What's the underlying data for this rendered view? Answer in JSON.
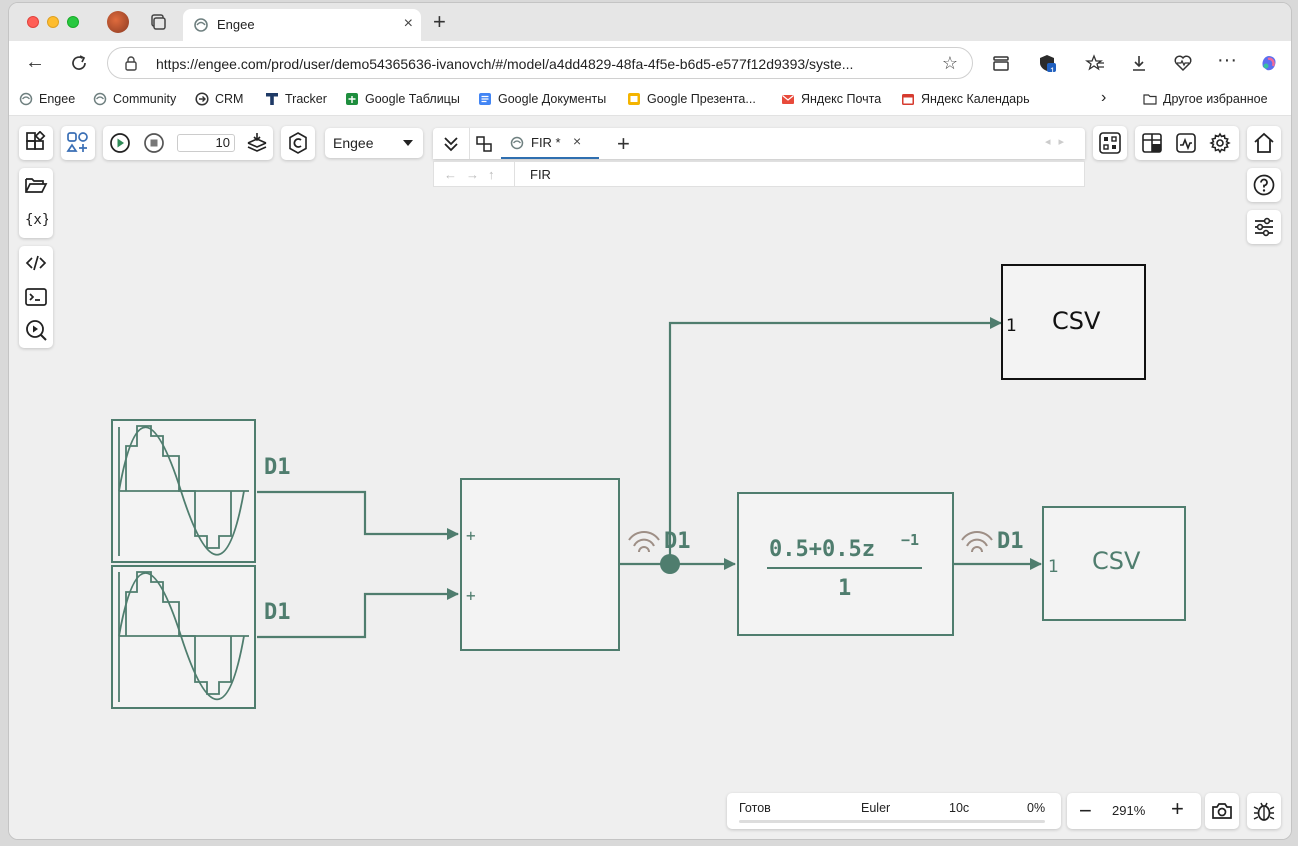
{
  "browser": {
    "tab_title": "Engee",
    "url": "https://engee.com/prod/user/demo54365636-ivanovch/#/model/a4dd4829-48fa-4f5e-b6d5-e577f12d9393/syste...",
    "extension_badge": "1"
  },
  "bookmarks": [
    {
      "label": "Engee",
      "icon": "engee-icon",
      "color": "#7a8a8a"
    },
    {
      "label": "Community",
      "icon": "engee-icon",
      "color": "#7a8a8a"
    },
    {
      "label": "CRM",
      "icon": "arrow-circle-icon",
      "color": "#333333"
    },
    {
      "label": "Tracker",
      "icon": "tracker-icon",
      "color": "#1f3a66"
    },
    {
      "label": "Google Таблицы",
      "icon": "sheets-icon",
      "color": "#1e8e3e"
    },
    {
      "label": "Google Документы",
      "icon": "docs-icon",
      "color": "#4285f4"
    },
    {
      "label": "Google Презента...",
      "icon": "slides-icon",
      "color": "#f4b400"
    },
    {
      "label": "Яндекс Почта",
      "icon": "mail-icon",
      "color": "#e84a3b"
    },
    {
      "label": "Яндекс Календарь",
      "icon": "calendar-icon",
      "color": "#d63b2f"
    }
  ],
  "bookmarks_other": "Другое избранное",
  "toolbar": {
    "sim_time": "10",
    "solver_select": "Engee",
    "model_tab": "FIR *",
    "breadcrumb": "FIR"
  },
  "diagram": {
    "sine1_label": "D1",
    "sine2_label": "D1",
    "sum_port1": "+",
    "sum_port2": "+",
    "sum_out_label": "D1",
    "tf_numerator": "0.5+0.5z",
    "tf_exponent": "−1",
    "tf_denominator": "1",
    "tf_out_label": "D1",
    "csv_top_port": "1",
    "csv_top_label": "CSV",
    "csv_bottom_port": "1",
    "csv_bottom_label": "CSV",
    "line_color": "#4f7d6e"
  },
  "status": {
    "state": "Готов",
    "solver": "Euler",
    "time": "10с",
    "progress": "0%"
  },
  "zoom": {
    "level": "291%"
  }
}
